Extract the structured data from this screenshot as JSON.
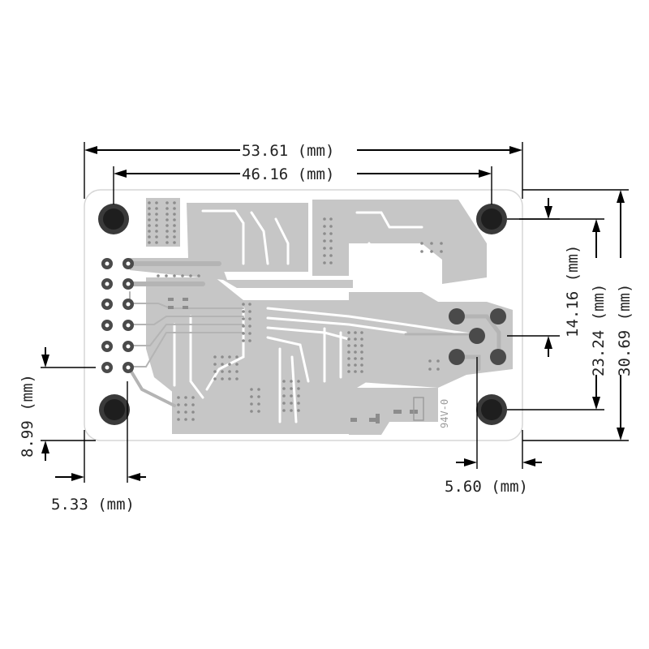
{
  "dimensions": {
    "overall_width": "53.61 (mm)",
    "hole_spacing_x": "46.16 (mm)",
    "left_hole_offset_x": "5.33 (mm)",
    "bottom_hole_offset_y": "8.99 (mm)",
    "right_hole_offset_x": "5.60 (mm)",
    "header_offset_y": "14.16 (mm)",
    "hole_spacing_y": "23.24 (mm)",
    "overall_height": "30.69 (mm)"
  },
  "board": {
    "silkscreen_marking": "94V-0"
  },
  "colors": {
    "board": "#ffffff",
    "copper_fill": "#c6c6c6",
    "trace": "#b4b4b4",
    "mounting_hole": "#3a3a3a",
    "dimension_lines": "#000000"
  }
}
